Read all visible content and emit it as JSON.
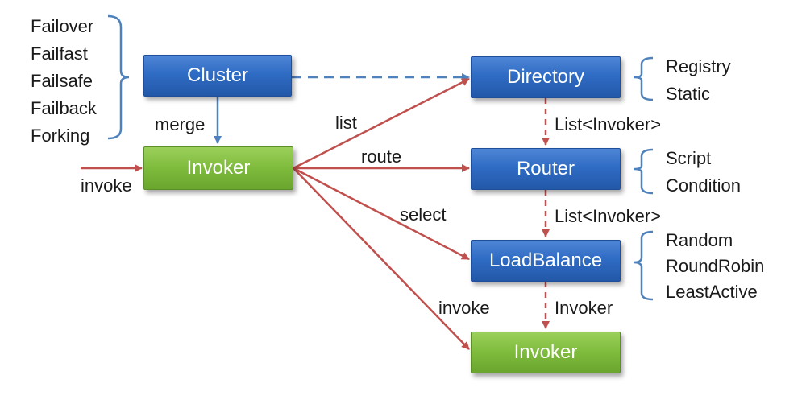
{
  "colors": {
    "blue_box": "#2f6cc4",
    "green_box": "#7ebb3c",
    "red_arrow": "#c0504d",
    "blue_arrow": "#4f81bd",
    "brace": "#4f81bd"
  },
  "boxes": {
    "cluster": "Cluster",
    "invoker_main": "Invoker",
    "directory": "Directory",
    "router": "Router",
    "loadbalance": "LoadBalance",
    "invoker_final": "Invoker"
  },
  "edges": {
    "merge": "merge",
    "invoke_in": "invoke",
    "list": "list",
    "route": "route",
    "select": "select",
    "invoke_out": "invoke",
    "dir_to_router": "List<Invoker>",
    "router_to_lb": "List<Invoker>",
    "lb_to_invoker": "Invoker"
  },
  "cluster_types": [
    "Failover",
    "Failfast",
    "Failsafe",
    "Failback",
    "Forking"
  ],
  "directory_types": [
    "Registry",
    "Static"
  ],
  "router_types": [
    "Script",
    "Condition"
  ],
  "loadbalance_types": [
    "Random",
    "RoundRobin",
    "LeastActive"
  ]
}
